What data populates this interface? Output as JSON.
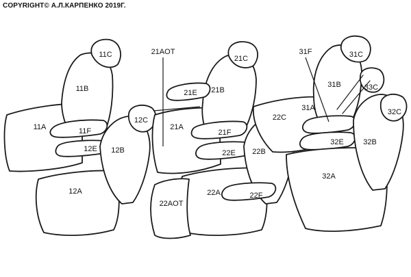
{
  "copyright": "COPYRIGHT© А.Л.КАРПЕНКО 2019Г.",
  "labels": {
    "l11C": "11C",
    "l11B": "11B",
    "l11A": "11A",
    "l11F": "11F",
    "l12E": "12E",
    "l12C": "12C",
    "l12B": "12B",
    "l12A": "12A",
    "l21AOT": "21AOT",
    "l21C": "21C",
    "l21E": "21E",
    "l21B": "21B",
    "l21A": "21A",
    "l21F": "21F",
    "l22E": "22E",
    "l22C": "22C",
    "l22B": "22B",
    "l22AOT": "22AOT",
    "l22A": "22A",
    "l22F": "22F",
    "l31F": "31F",
    "l31C": "31C",
    "l31B": "31B",
    "l33C": "33C",
    "l31A": "31A",
    "l32C": "32C",
    "l22C2": "",
    "l32E": "32E",
    "l32B": "32B",
    "l32A": "32A"
  }
}
